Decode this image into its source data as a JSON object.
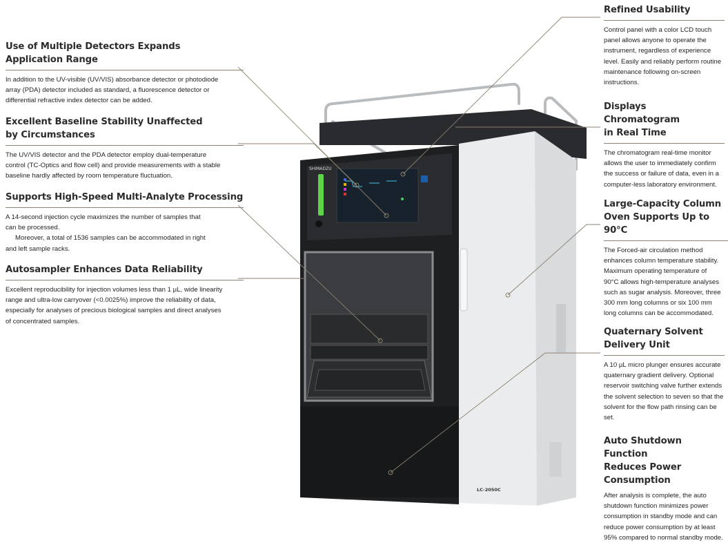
{
  "left_features": [
    {
      "title_lines": [
        "Use of Multiple Detectors Expands",
        "Application Range"
      ],
      "body": [
        "In addition to the UV-visible (UV/VIS) absorbance detector or photodiode array (PDA) detector included as standard, a fluorescence detector or differential refractive index detector can be added."
      ]
    },
    {
      "title_lines": [
        "Excellent Baseline Stability Unaffected",
        "by Circumstances"
      ],
      "body": [
        "The UV/VIS detector and the PDA detector employ dual-temperature control (TC-Optics and flow cell) and provide measurements with a stable baseline hardly affected by room temperature fluctuation."
      ]
    },
    {
      "title_lines": [
        "Supports High-Speed Multi-Analyte Processing"
      ],
      "body": [
        "A 14-second injection cycle maximizes the number of samples that can be processed.",
        "Moreover, a total of 1536 samples can be accommodated in right and left sample racks."
      ]
    },
    {
      "title_lines": [
        "Autosampler Enhances Data Reliability"
      ],
      "body": [
        "Excellent reproducibility for injection volumes less than 1 µL, wide linearity range and ultra-low carryover (<0.0025%) improve the reliability of data, especially for analyses of precious biological samples and direct analyses of concentrated samples."
      ]
    }
  ],
  "right_features": [
    {
      "title_lines": [
        "Refined Usability"
      ],
      "body": [
        "Control panel with a color LCD touch panel allows anyone to operate the instrument, regardless of experience level. Easily and reliably perform routine maintenance following on-screen instructions."
      ]
    },
    {
      "title_lines": [
        "Displays Chromatogram",
        "in Real Time"
      ],
      "body": [
        "The chromatogram real-time monitor allows the user to immediately confirm the success or failure of data, even in a computer-less laboratory environment."
      ]
    },
    {
      "title_lines": [
        "Large-Capacity Column",
        "Oven Supports Up to 90°C"
      ],
      "body": [
        "The Forced-air circulation method enhances column temperature stability. Maximum operating temperature of 90°C allows high-temperature analyses such as sugar analysis. Moreover, three 300 mm long columns or six 100 mm long columns can be accommodated."
      ]
    },
    {
      "title_lines": [
        "Quaternary Solvent",
        "Delivery Unit"
      ],
      "body": [
        "A 10 µL micro plunger ensures accurate quaternary gradient delivery. Optional reservoir switching valve further extends the solvent selection to seven so that the solvent for the flow path rinsing can be set."
      ]
    },
    {
      "title_lines": [
        "Auto Shutdown Function",
        "Reduces Power",
        "Consumption"
      ],
      "body": [
        "After analysis is complete, the auto shutdown function minimizes power consumption in standby mode and can reduce power consumption by at least 95% compared to normal standby mode."
      ]
    }
  ],
  "instrument": {
    "brand": "SHIMADZU",
    "model": "LC-2050C"
  },
  "colors": {
    "leader_line": "#8c8070",
    "body_dark": "#1e1f21",
    "panel_white": "#eceded",
    "status_led": "#5fd34a"
  }
}
